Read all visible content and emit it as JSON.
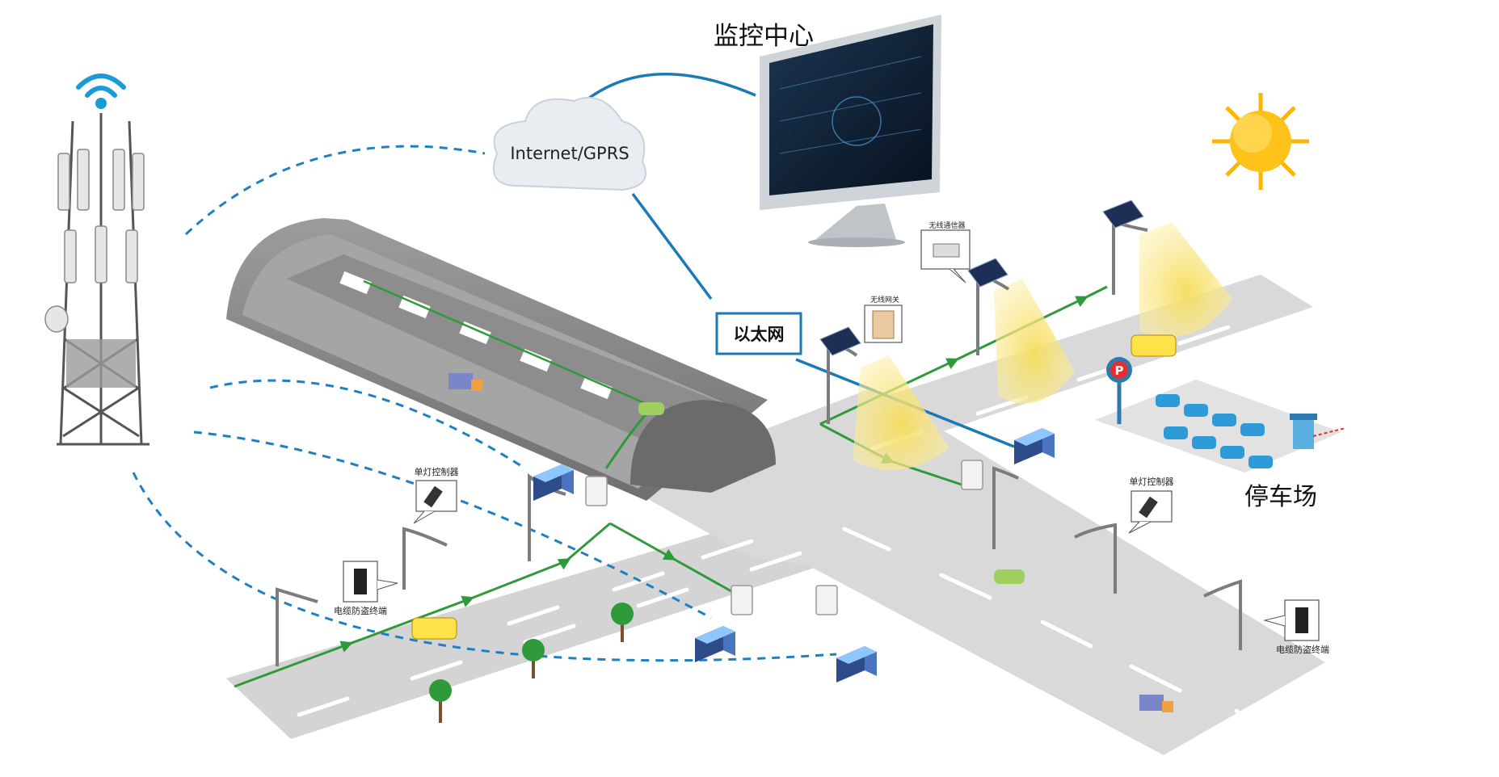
{
  "labels": {
    "monitor_center": "监控中心",
    "cloud": "Internet/GPRS",
    "ethernet": "以太网",
    "parking": "停车场",
    "parking_sign": "P",
    "wireless_comm": "无线通信器",
    "wireless_gateway": "无线网关",
    "single_lamp_left": "单灯控制器",
    "single_lamp_right": "单灯控制器",
    "cable_theft_left": "电缆防盗终端",
    "cable_theft_right": "电缆防盗终端"
  },
  "colors": {
    "dashed_link": "#1f7fc0",
    "cloud_link": "#1a7ab8",
    "power_line": "#2f9a3a",
    "road": "#d6d6d6",
    "lane_mark": "#ffffff",
    "tunnel": "#8a8a8a",
    "light_cone": "#f7e27a",
    "sun": "#ffc21a",
    "screen": "#0d1a2b"
  },
  "icons": [
    "signal-tower-icon",
    "wifi-icon",
    "cloud-icon",
    "monitor-icon",
    "sun-icon",
    "solar-streetlight-icon",
    "streetlight-icon",
    "controller-box-icon",
    "transformer-cabinet-icon",
    "car-icon",
    "bus-icon",
    "truck-icon",
    "tree-icon",
    "parking-sign-icon",
    "toll-booth-icon"
  ]
}
